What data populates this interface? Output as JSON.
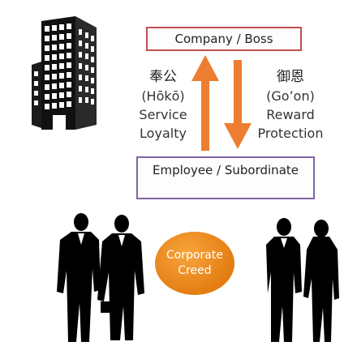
{
  "top_box": {
    "label": "Company / Boss"
  },
  "bottom_box": {
    "label": "Employee / Subordinate"
  },
  "left_column": {
    "kanji": "奉公",
    "romaji": "(Hōkō)",
    "line1": "Service",
    "line2": "Loyalty"
  },
  "right_column": {
    "kanji": "御恩",
    "romaji": "(Go’on)",
    "line1": "Reward",
    "line2": "Protection"
  },
  "center_oval": {
    "line1": "Corporate",
    "line2": "Creed"
  },
  "colors": {
    "top_border": "#c0504d",
    "bottom_border": "#8064a2",
    "arrow": "#ed7d31",
    "oval": "#ed7d31"
  }
}
